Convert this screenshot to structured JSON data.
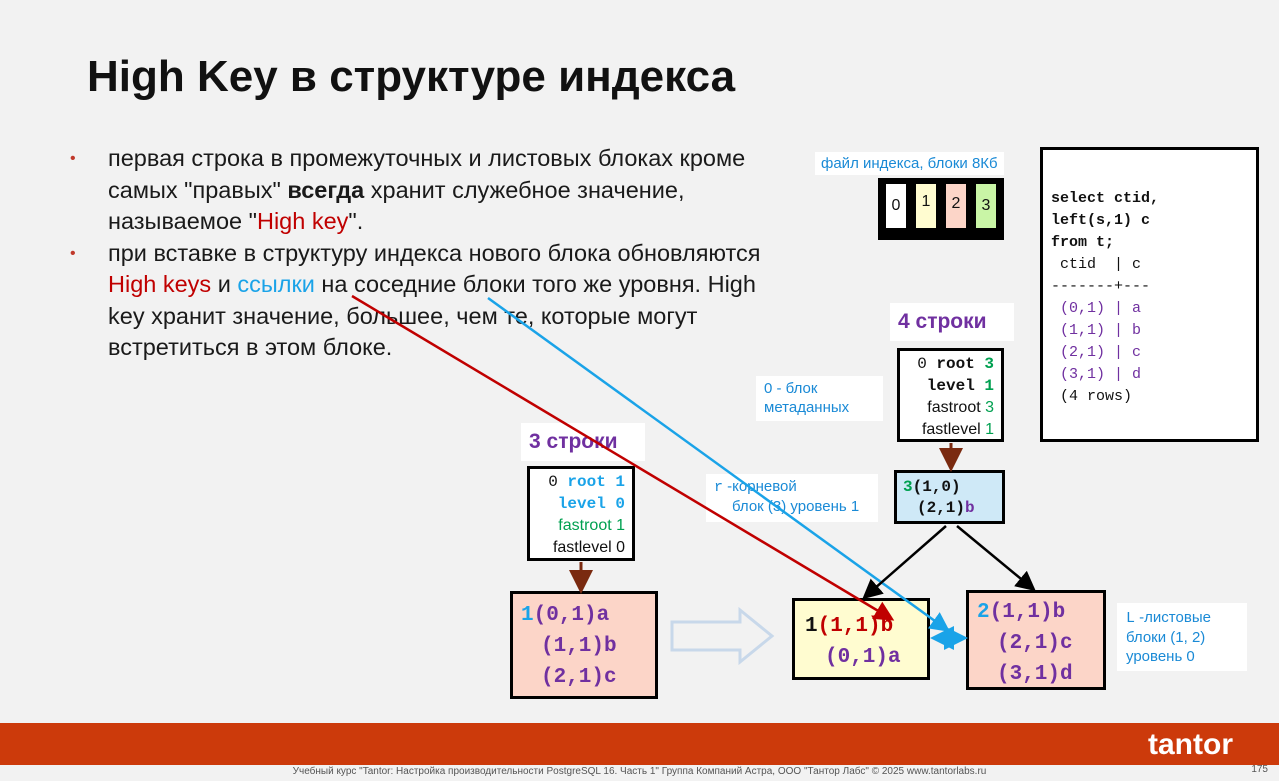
{
  "title": "High Key в структуре индекса",
  "bullets": {
    "b1_p1": "первая строка в промежуточных и листовых блоках кроме самых \"правых\" ",
    "b1_bold": "всегда",
    "b1_p2": " хранит служебное значение, называемое \"",
    "b1_hk": "High key",
    "b1_p3": "\".",
    "b2_p1": "при вставке в структуру индекса нового блока обновляются ",
    "b2_hk": "High keys",
    "b2_and": " и ",
    "b2_links": "ссылки",
    "b2_p2": " на соседние блоки того же уровня. High key хранит значение, большее, чем те, которые могут встретиться в этом блоке."
  },
  "file_label": "файл индекса, блоки 8Кб",
  "file_blocks": [
    "0",
    "1",
    "2",
    "3"
  ],
  "sql": {
    "lines": [
      "select ctid,",
      "left(s,1) c",
      "from t;",
      " ctid  | c",
      "-------+---",
      " (0,1) | a",
      " (1,1) | b",
      " (2,1) | c",
      " (3,1) | d",
      " (4 rows)"
    ]
  },
  "rows4": "4 строки",
  "rows3": "3 строки",
  "meta_right": {
    "l1_a": "0 ",
    "l1_b": "root",
    "l1_c": " 3",
    "l2_a": "level",
    "l2_b": " 1",
    "l3_a": "fastroot",
    "l3_b": " 3",
    "l4_a": "fastlevel",
    "l4_b": " 1"
  },
  "meta_left": {
    "l1_a": "0 ",
    "l1_b": "root",
    "l1_c": " 1",
    "l2_a": "level",
    "l2_b": " 0",
    "l3_a": "fastroot",
    "l3_b": " 1",
    "l4_a": "fastlevel",
    "l4_b": " 0"
  },
  "meta_label": {
    "line1": "0 - блок",
    "line2": "метаданных"
  },
  "root_label": {
    "r": "r",
    "line1": " -корневой",
    "line2": "блок (3) уровень 1"
  },
  "leaf_label": {
    "l": "L",
    "line1": " -листовые",
    "line2": "блоки (1, 2)",
    "line3": "уровень 0"
  },
  "root_block": {
    "n": "3",
    "r1": "(1,0)",
    "r2": "(2,1)",
    "r2b": "b"
  },
  "leaf_old": {
    "n": "1",
    "r1": "(0,1)",
    "r1b": "a",
    "r2": "(1,1)",
    "r2b": "b",
    "r3": "(2,1)",
    "r3b": "c"
  },
  "leaf_new1": {
    "n": "1",
    "r1": "(1,1)",
    "r1b": "b",
    "r2": "(0,1)",
    "r2b": "a"
  },
  "leaf_new2": {
    "n": "2",
    "r1": "(1,1)",
    "r1b": "b",
    "r2": "(2,1)",
    "r2b": "c",
    "r3": "(3,1)",
    "r3b": "d"
  },
  "footer": {
    "text": "Учебный курс \"Tantor: Настройка производительности PostgreSQL 16. Часть 1\" Группа Компаний Астра, ООО \"Тантор Лабс\" © 2025  www.tantorlabs.ru",
    "page": "175",
    "logo": "tantor"
  },
  "colors": {
    "accent": "#cc3a0b",
    "leaf_fill": "#fcd5c8",
    "new_leaf_fill": "#fffcd0",
    "root_fill": "#cfe9f7"
  }
}
